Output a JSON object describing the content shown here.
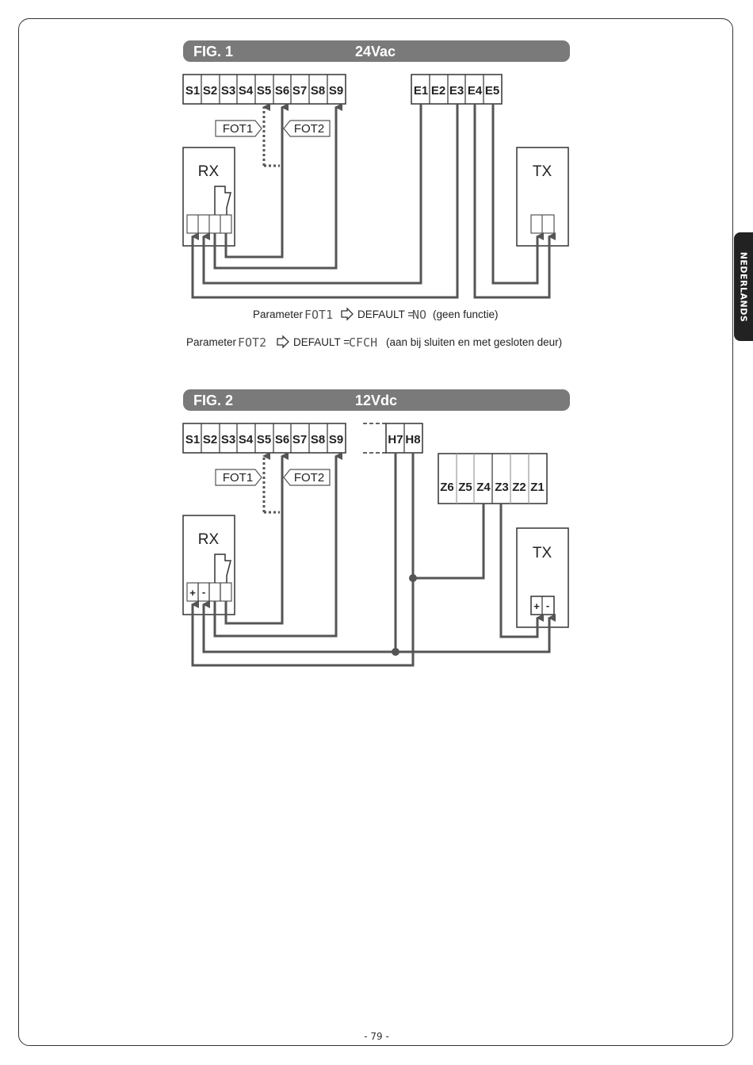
{
  "language_tab": "NEDERLANDS",
  "page_number": "- 79 -",
  "fig1": {
    "title": "FIG. 1",
    "voltage": "24Vac",
    "s_terminals": [
      "S1",
      "S2",
      "S3",
      "S4",
      "S5",
      "S6",
      "S7",
      "S8",
      "S9"
    ],
    "e_terminals": [
      "E1",
      "E2",
      "E3",
      "E4",
      "E5"
    ],
    "fot1": "FOT1",
    "fot2": "FOT2",
    "rx": "RX",
    "tx": "TX",
    "param1": {
      "prefix": "Parameter",
      "name": "FOT1",
      "default": "DEFAULT =",
      "value": "NO",
      "note": "(geen functie)"
    },
    "param2": {
      "prefix": "Parameter",
      "name": "FOT2",
      "default": "DEFAULT =",
      "value": "CFCH",
      "note": "(aan bij sluiten en met gesloten deur)"
    }
  },
  "fig2": {
    "title": "FIG. 2",
    "voltage": "12Vdc",
    "s_terminals": [
      "S1",
      "S2",
      "S3",
      "S4",
      "S5",
      "S6",
      "S7",
      "S8",
      "S9"
    ],
    "h_terminals": [
      "H7",
      "H8"
    ],
    "z_terminals": [
      "Z6",
      "Z5",
      "Z4",
      "Z3",
      "Z2",
      "Z1"
    ],
    "fot1": "FOT1",
    "fot2": "FOT2",
    "rx": "RX",
    "tx": "TX",
    "plus": "+",
    "minus": "-"
  },
  "colors": {
    "header_bar": "#7a7a7a",
    "wire": "#555555",
    "tab": "#222222"
  },
  "icons": [
    "arrow-outline-icon"
  ]
}
